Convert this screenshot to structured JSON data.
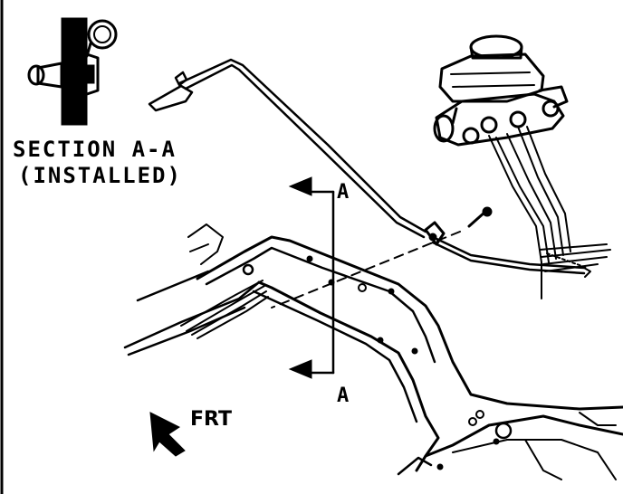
{
  "diagram": {
    "section_label": {
      "line1": "SECTION A-A",
      "line2": "(INSTALLED)"
    },
    "cut_marker_top": "A",
    "cut_marker_bottom": "A",
    "front_indicator": "FRT"
  }
}
